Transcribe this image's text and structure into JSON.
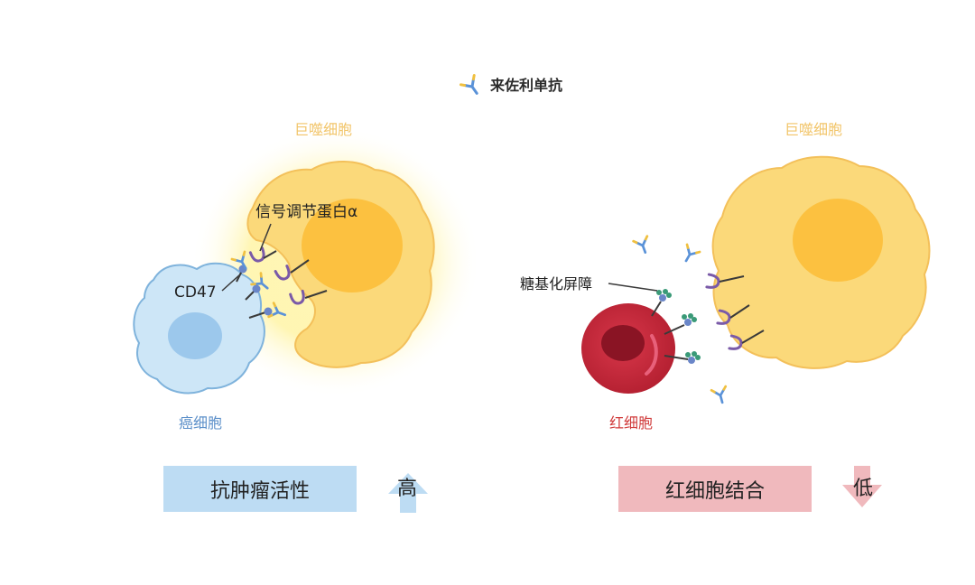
{
  "legend": {
    "icon": "antibody-icon",
    "label": "来佐利单抗"
  },
  "left_panel": {
    "macrophage_label": "巨噬细胞",
    "receptor_label": "信号调节蛋白α",
    "cd47_label": "CD47",
    "cancer_cell_label": "癌细胞",
    "outcome_label": "抗肿瘤活性",
    "outcome_level": "高",
    "outcome_direction": "up"
  },
  "right_panel": {
    "macrophage_label": "巨噬细胞",
    "barrier_label": "糖基化屏障",
    "rbc_label": "红细胞",
    "outcome_label": "红细胞结合",
    "outcome_level": "低",
    "outcome_direction": "down"
  },
  "colors": {
    "macrophage_fill": "#fbd97a",
    "macrophage_nucleus": "#fcc140",
    "macrophage_glow": "#fff3b0",
    "cancer_cell_fill": "#cde6f7",
    "cancer_cell_outline": "#7fb3dc",
    "rbc_fill": "#c9283a",
    "receptor": "#7a5aa8",
    "glycan": "#3a9a78",
    "antibody_blue": "#5a92d8",
    "antibody_yellow": "#f0c040",
    "up_arrow": "#bddcf3",
    "down_arrow": "#f0b9bd"
  }
}
